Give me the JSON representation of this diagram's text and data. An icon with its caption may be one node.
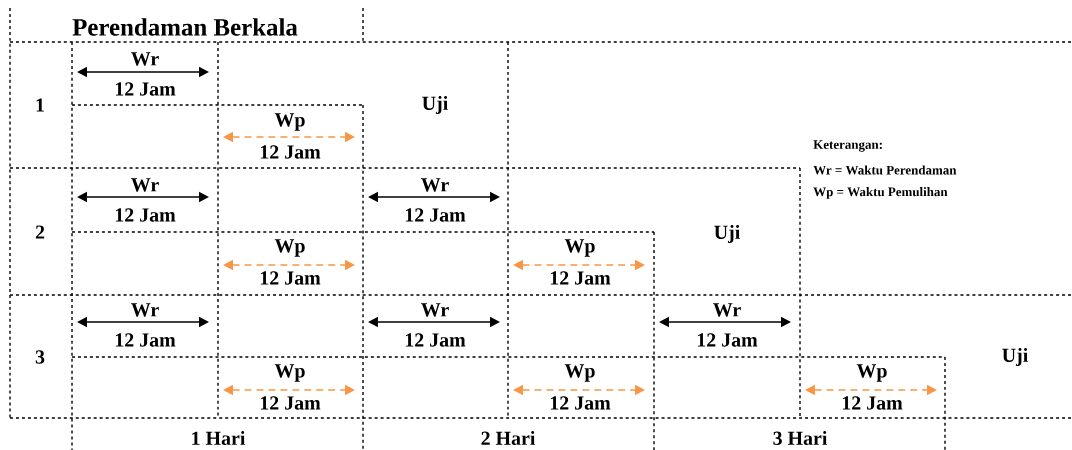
{
  "diagram": {
    "title": "Perendaman Berkala",
    "labels": [
      "Wr",
      "12 Jam",
      "1",
      "Uji",
      "Wp",
      "12 Jam",
      "Keterangan:",
      "Wr = Waktu Perendaman",
      "Wp = Waktu Pemulihan",
      "Wr",
      "12 Jam",
      "Wr",
      "12 Jam",
      "2",
      "Uji",
      "Wp",
      "12 Jam",
      "Wp",
      "12 Jam",
      "Wr",
      "12 Jam",
      "Wr",
      "12 Jam",
      "Wr",
      "12 Jam",
      "3",
      "Uji",
      "Wp",
      "12 Jam",
      "Wp",
      "12 Jam",
      "Wp",
      "12 Jam",
      "1 Hari",
      "2 Hari",
      "3 Hari"
    ]
  }
}
